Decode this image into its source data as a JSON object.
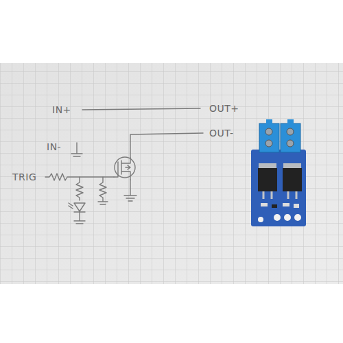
{
  "diagram": {
    "labels": [
      "IN+",
      "OUT+",
      "OUT-",
      "IN-",
      "TRIG"
    ]
  }
}
